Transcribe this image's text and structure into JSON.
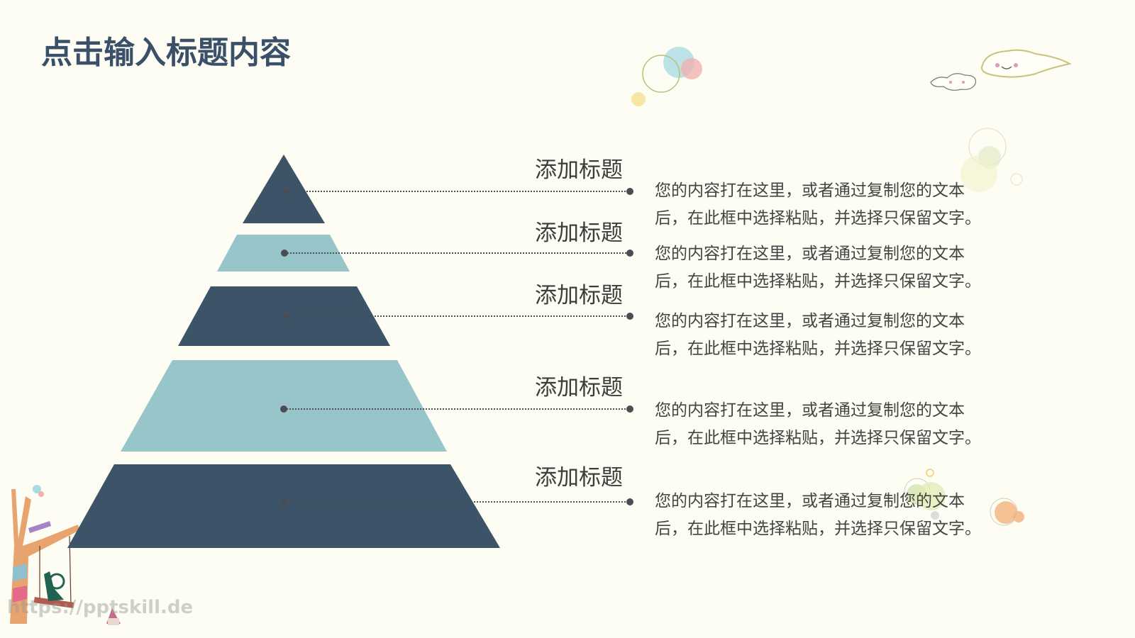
{
  "slide": {
    "title": "点击输入标题内容",
    "watermark": "https://pptskill.de"
  },
  "colors": {
    "dark": "#3d5368",
    "light": "#97c5ca",
    "connector": "#4a4d52",
    "text": "#444444",
    "title": "#3a5068"
  },
  "pyramid": {
    "levels": [
      {
        "label": "添加标题",
        "line1": "您的内容打在这里，或者通过复制您的文本",
        "line2": "后，在此框中选择粘贴，并选择只保留文字。",
        "color": "dark"
      },
      {
        "label": "添加标题",
        "line1": "您的内容打在这里，或者通过复制您的文本",
        "line2": "后，在此框中选择粘贴，并选择只保留文字。",
        "color": "light"
      },
      {
        "label": "添加标题",
        "line1": "您的内容打在这里，或者通过复制您的文本",
        "line2": "后，在此框中选择粘贴，并选择只保留文字。",
        "color": "dark"
      },
      {
        "label": "添加标题",
        "line1": "您的内容打在这里，或者通过复制您的文本",
        "line2": "后，在此框中选择粘贴，并选择只保留文字。",
        "color": "light"
      },
      {
        "label": "添加标题",
        "line1": "您的内容打在这里，或者通过复制您的文本",
        "line2": "后，在此框中选择粘贴，并选择只保留文字。",
        "color": "dark"
      }
    ]
  }
}
